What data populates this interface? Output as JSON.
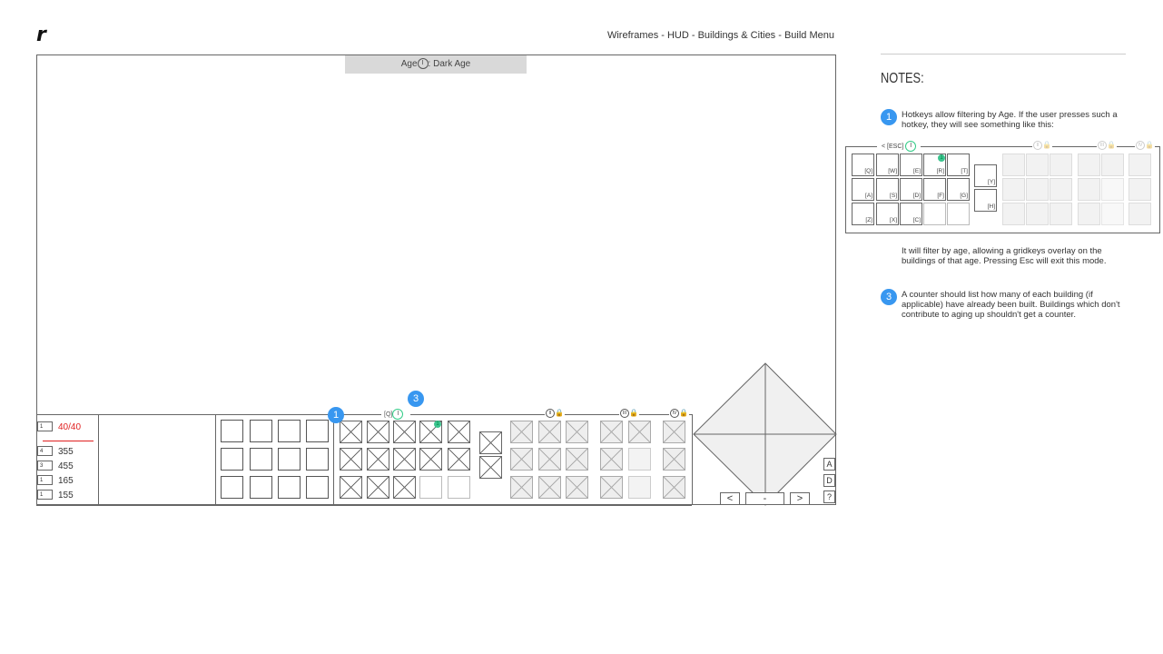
{
  "header": {
    "title": "Wireframes - HUD - Buildings & Cities - Build Menu",
    "logo": "r"
  },
  "age_banner": {
    "prefix": "Age",
    "age_numeral": "I",
    "suffix": ": Dark Age"
  },
  "resources": {
    "population": {
      "count": "1",
      "value": "40/40",
      "color": "#e02020"
    },
    "items": [
      {
        "icon": "food-icon",
        "count": "4",
        "value": "355",
        "color": "#d33"
      },
      {
        "icon": "wood-icon",
        "count": "3",
        "value": "455",
        "color": "#8b5a2b"
      },
      {
        "icon": "gold-icon",
        "count": "1",
        "value": "165",
        "color": "#e5c100"
      },
      {
        "icon": "stone-icon",
        "count": "1",
        "value": "155",
        "color": "#999"
      }
    ]
  },
  "build_menu": {
    "hotkey_label": "[Q]",
    "age_numeral": "I",
    "badges": {
      "one": "1",
      "three": "3"
    },
    "counter": "1",
    "age_locks": [
      {
        "numeral": "II"
      },
      {
        "numeral": "III"
      },
      {
        "numeral": "IV"
      }
    ]
  },
  "minimap": {
    "prev": "<",
    "center": "-",
    "next": ">",
    "side_buttons": [
      "A",
      "D",
      "?"
    ]
  },
  "notes": {
    "heading": "NOTES:",
    "items": [
      {
        "badge": "1",
        "text": "Hotkeys allow filtering by Age. If the user presses such a hotkey, they will see something like this:"
      },
      {
        "badge": "",
        "text": "It will filter by age, allowing a gridkeys overlay on the buildings of that age. Pressing Esc will exit this mode."
      },
      {
        "badge": "3",
        "text": "A counter should list how many of each building (if applicable) have already been built. Buildings which don't contribute to aging up shouldn't get a counter."
      }
    ],
    "example": {
      "esc_label": "< [ESC]",
      "age_numeral": "I",
      "counter": "1",
      "keys": [
        "[Q]",
        "[W]",
        "[E]",
        "[R]",
        "[T]",
        "[A]",
        "[S]",
        "[D]",
        "[F]",
        "[G]",
        "[Z]",
        "[X]",
        "[C]",
        "",
        ""
      ],
      "extra_keys": [
        "[Y]",
        "[H]"
      ],
      "age_locks": [
        "II",
        "III",
        "IV"
      ]
    }
  }
}
